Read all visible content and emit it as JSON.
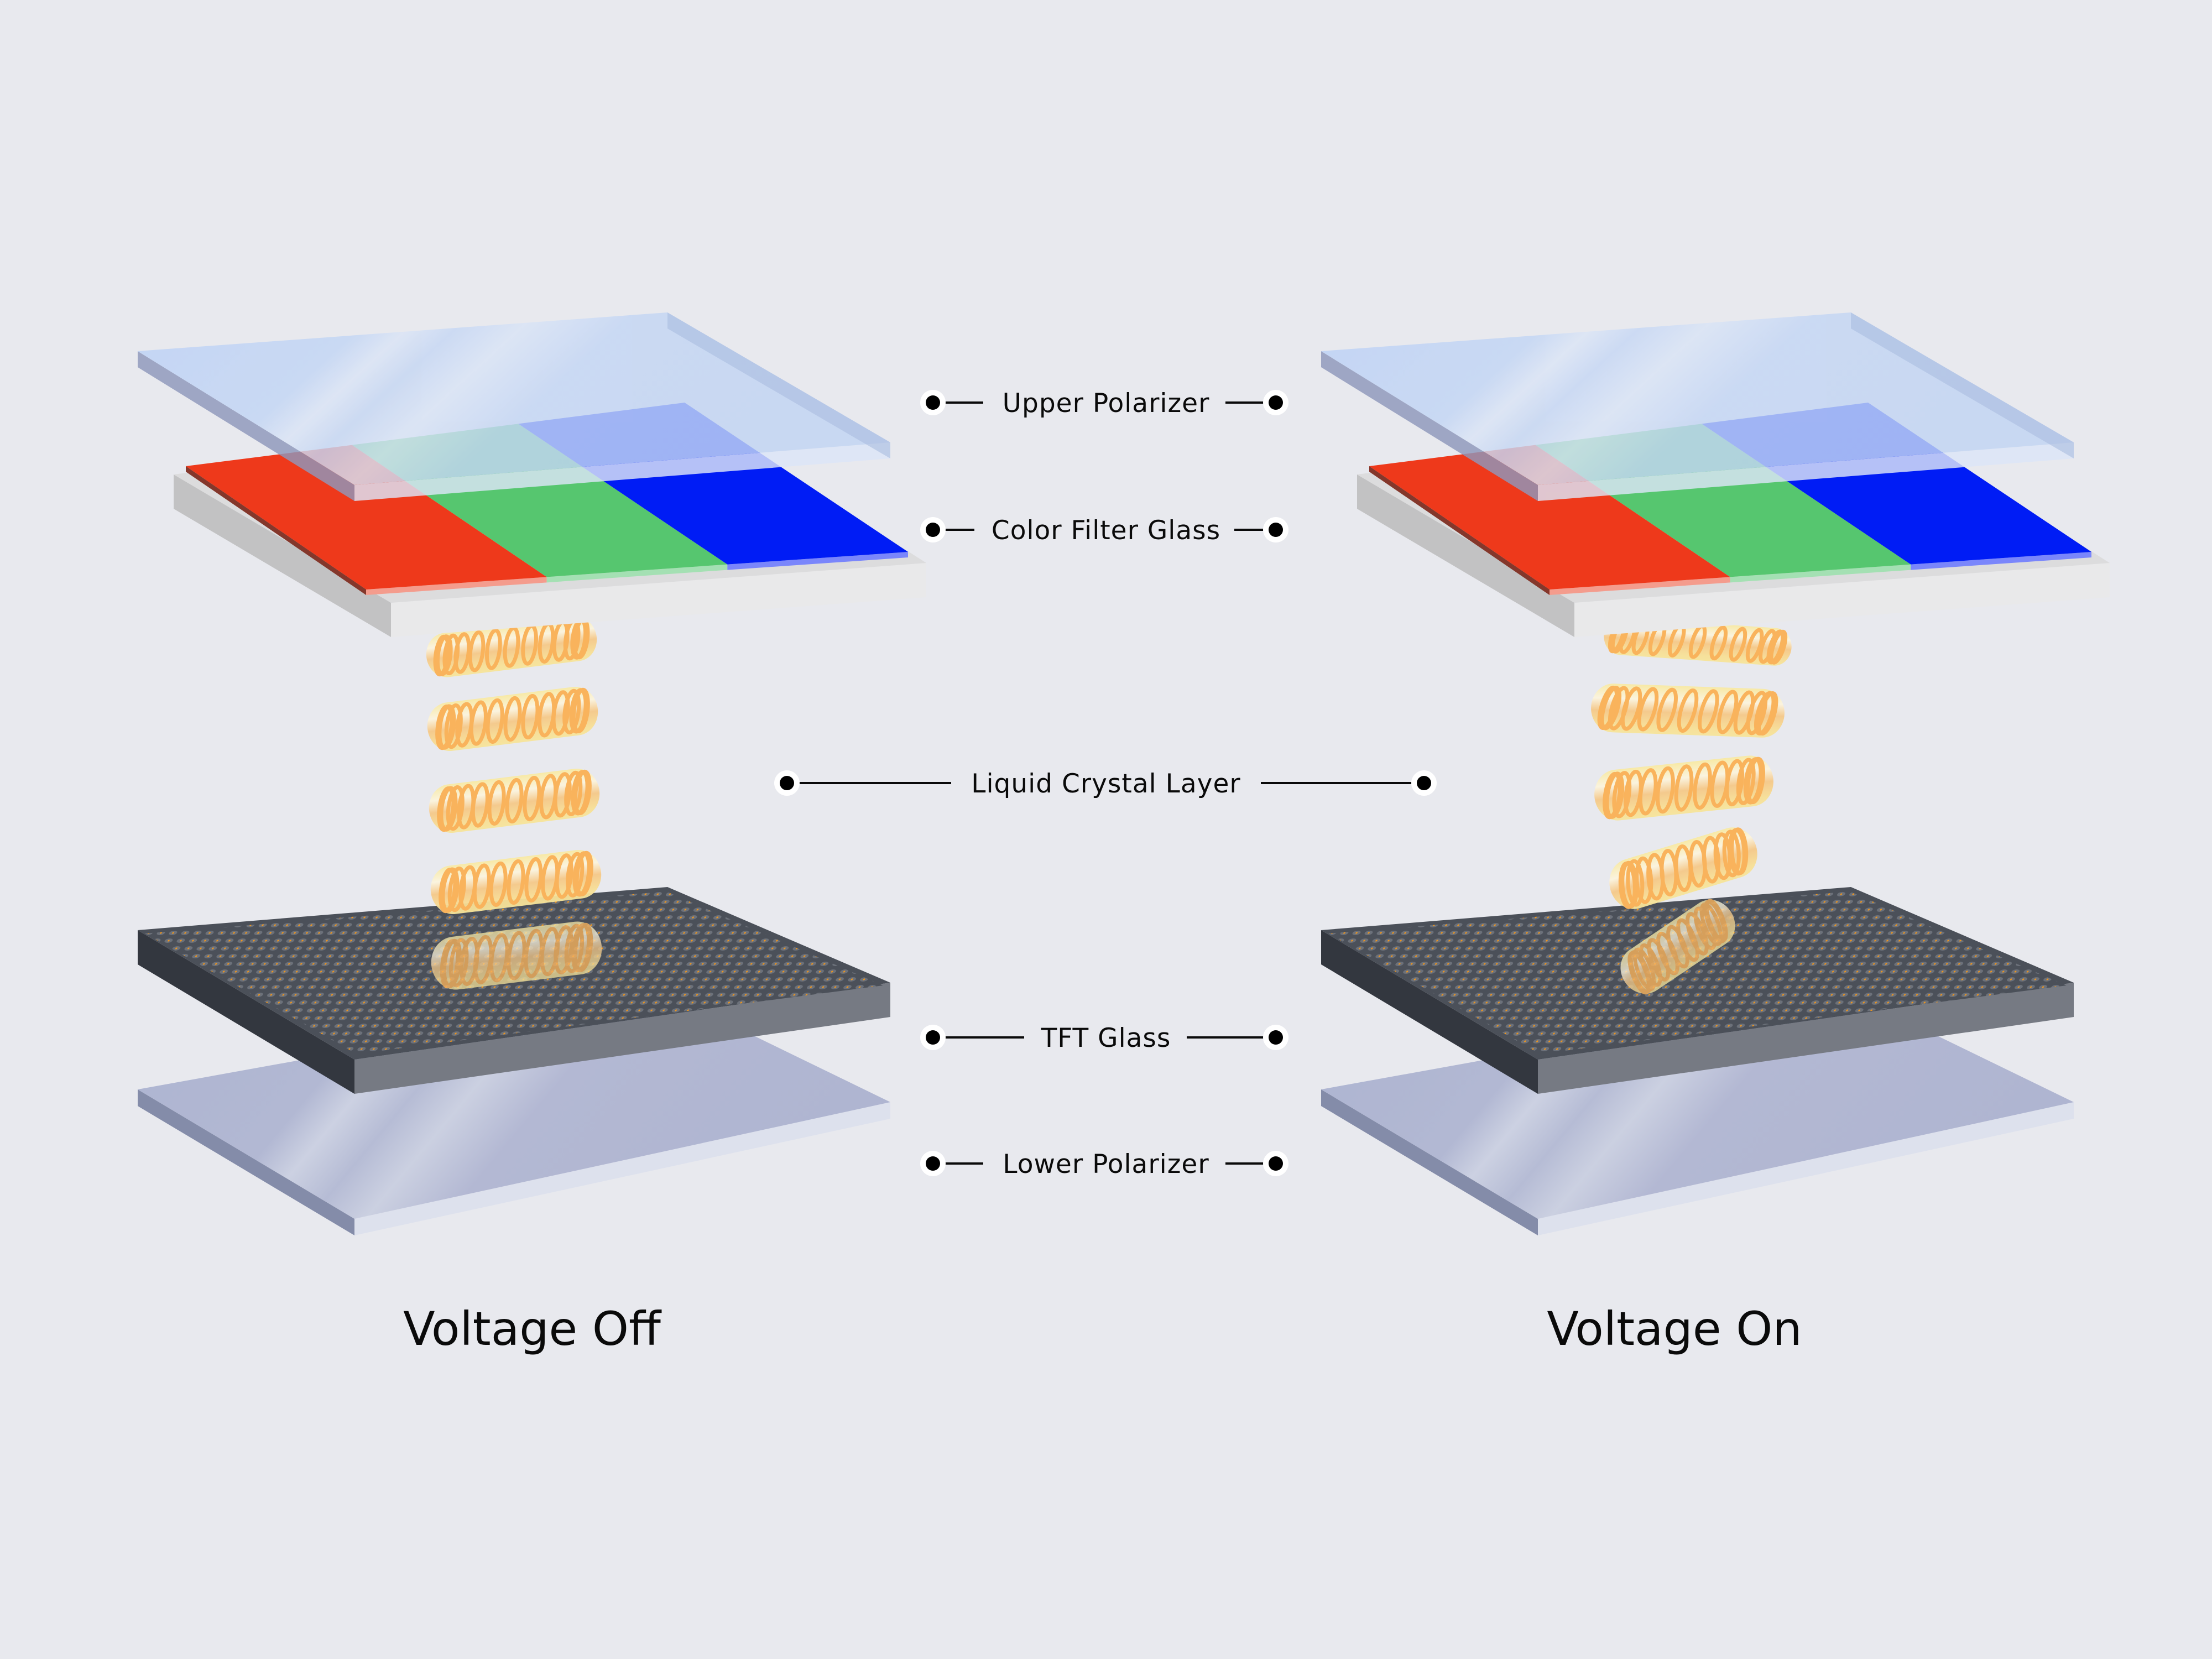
{
  "diagram": {
    "title": "LCD panel layer structure",
    "background": "#e8e9ee",
    "layers": [
      {
        "id": "upper-polarizer",
        "label": "Upper Polarizer"
      },
      {
        "id": "color-filter-glass",
        "label": "Color Filter Glass"
      },
      {
        "id": "liquid-crystal-layer",
        "label": "Liquid Crystal Layer"
      },
      {
        "id": "tft-glass",
        "label": "TFT Glass"
      },
      {
        "id": "lower-polarizer",
        "label": "Lower Polarizer"
      }
    ],
    "color_filter": {
      "subpixels": [
        {
          "name": "red",
          "color": "#ee391b"
        },
        {
          "name": "green",
          "color": "#56c66f"
        },
        {
          "name": "blue",
          "color": "#001cf5"
        }
      ]
    },
    "crystal_color": "#f9b35c",
    "panels": [
      {
        "id": "voltage-off",
        "caption": "Voltage Off",
        "crystal_state": "twisted"
      },
      {
        "id": "voltage-on",
        "caption": "Voltage On",
        "crystal_state": "untwisted"
      }
    ]
  }
}
